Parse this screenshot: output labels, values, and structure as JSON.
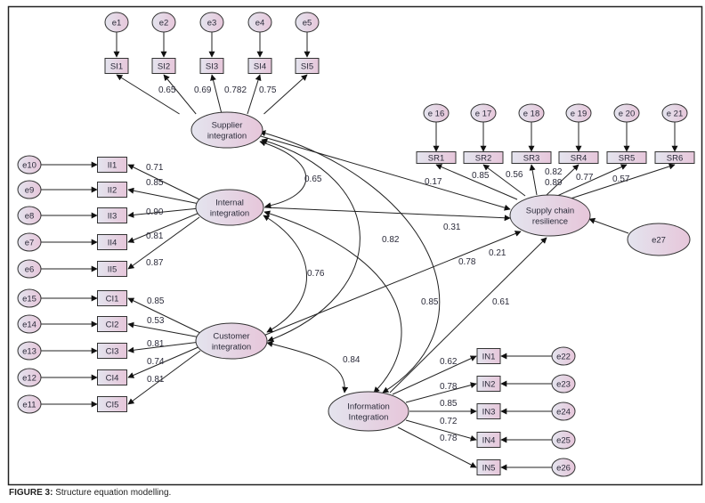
{
  "caption": {
    "label": "FIGURE 3:",
    "text": " Structure equation modelling."
  },
  "colors": {
    "node_fill_left": "#e4e4ee",
    "node_fill_right": "#e6c6da",
    "stroke": "#222222",
    "text": "#2b2b3a"
  },
  "latent": {
    "SI": {
      "label": [
        "Supplier",
        "integration"
      ]
    },
    "II": {
      "label": [
        "Internal",
        "integration"
      ]
    },
    "CI": {
      "label": [
        "Customer",
        "integration"
      ]
    },
    "SCR": {
      "label": [
        "Supply chain",
        "resilience"
      ]
    },
    "IN": {
      "label": [
        "Information",
        "Integration"
      ]
    },
    "e27": {
      "label": [
        "e27"
      ]
    }
  },
  "indicators": {
    "SI": [
      {
        "name": "SI1",
        "error": "e1",
        "loading": "0.65"
      },
      {
        "name": "SI2",
        "error": "e2",
        "loading": "0.69"
      },
      {
        "name": "SI3",
        "error": "e3",
        "loading": "0.782"
      },
      {
        "name": "SI4",
        "error": "e4",
        "loading": "0.75"
      },
      {
        "name": "SI5",
        "error": "e5",
        "loading": ""
      }
    ],
    "II": [
      {
        "name": "II1",
        "error": "e10",
        "loading": "0.71"
      },
      {
        "name": "II2",
        "error": "e9",
        "loading": "0.85"
      },
      {
        "name": "II3",
        "error": "e8",
        "loading": "0.90"
      },
      {
        "name": "II4",
        "error": "e7",
        "loading": "0.81"
      },
      {
        "name": "II5",
        "error": "e6",
        "loading": "0.87"
      }
    ],
    "CI": [
      {
        "name": "CI1",
        "error": "e15",
        "loading": "0.85"
      },
      {
        "name": "CI2",
        "error": "e14",
        "loading": "0.53"
      },
      {
        "name": "CI3",
        "error": "e13",
        "loading": "0.81"
      },
      {
        "name": "CI4",
        "error": "e12",
        "loading": "0.74"
      },
      {
        "name": "CI5",
        "error": "e11",
        "loading": "0.81"
      }
    ],
    "SR": [
      {
        "name": "SR1",
        "error": "e 16",
        "loading": "0.85"
      },
      {
        "name": "SR2",
        "error": "e 17",
        "loading": "0.56"
      },
      {
        "name": "SR3",
        "error": "e 18",
        "loading": "0.82"
      },
      {
        "name": "SR4",
        "error": "e 19",
        "loading": "0.89"
      },
      {
        "name": "SR5",
        "error": "e 20",
        "loading": "0.77"
      },
      {
        "name": "SR6",
        "error": "e 21",
        "loading": "0.57"
      }
    ],
    "IN": [
      {
        "name": "IN1",
        "error": "e22",
        "loading": "0.62"
      },
      {
        "name": "IN2",
        "error": "e23",
        "loading": "0.78"
      },
      {
        "name": "IN3",
        "error": "e24",
        "loading": "0.85"
      },
      {
        "name": "IN4",
        "error": "e25",
        "loading": "0.72"
      },
      {
        "name": "IN5",
        "error": "e26",
        "loading": "0.78"
      }
    ]
  },
  "paths": {
    "SI_SCR": "0.17",
    "II_SCR": "0.31",
    "CI_SCR": "0.21",
    "IN_SCR": "0.61",
    "SI_II": "0.65",
    "II_CI": "0.76",
    "SI_CI": "0.82",
    "SI_IN": "0.78",
    "II_IN": "0.85",
    "CI_IN": "0.84"
  }
}
